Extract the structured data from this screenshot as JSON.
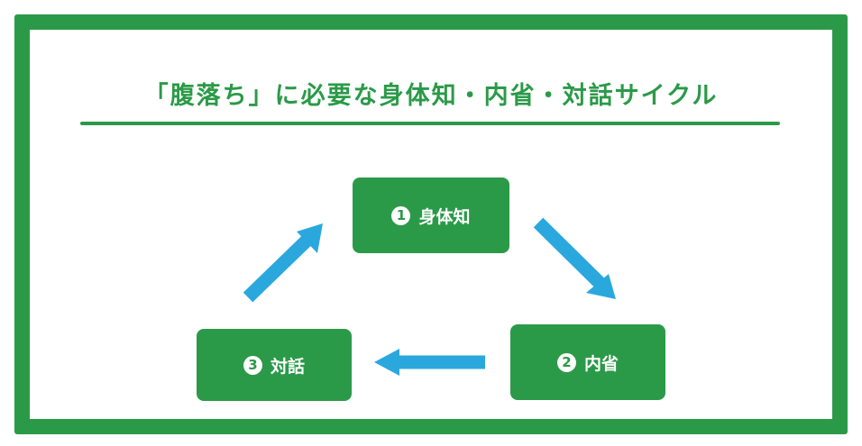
{
  "title": "「腹落ち」に必要な身体知・内省・対話サイクル",
  "nodes": [
    {
      "number": "1",
      "label": "身体知"
    },
    {
      "number": "2",
      "label": "内省"
    },
    {
      "number": "3",
      "label": "対話"
    }
  ],
  "colors": {
    "frame": "#2b9a48",
    "node": "#2b9a48",
    "arrow": "#2aa8de",
    "background": "#ffffff"
  }
}
